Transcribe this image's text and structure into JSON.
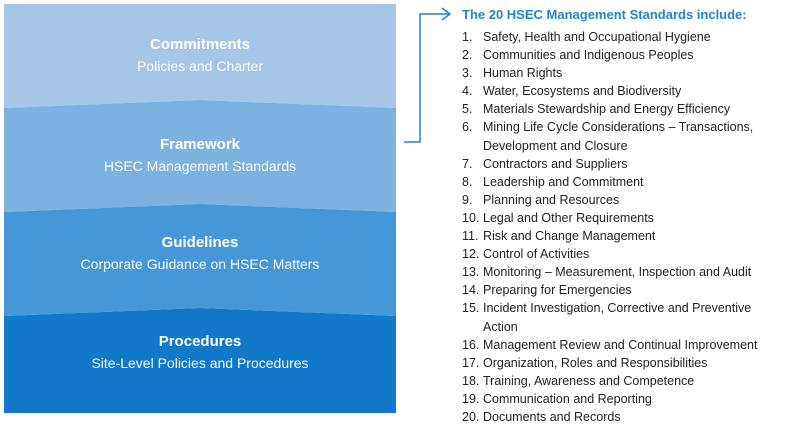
{
  "colors": {
    "layer_fills": [
      "#a5c6e7",
      "#7db1e0",
      "#4697d7",
      "#1279c8"
    ],
    "connector": "#1f86c8",
    "heading": "#1f86c8",
    "text": "#222222"
  },
  "layers": [
    {
      "title": "Commitments",
      "subtitle": "Policies and Charter"
    },
    {
      "title": "Framework",
      "subtitle": "HSEC Management Standards"
    },
    {
      "title": "Guidelines",
      "subtitle": "Corporate Guidance on HSEC Matters"
    },
    {
      "title": "Procedures",
      "subtitle": "Site-Level Policies and Procedures"
    }
  ],
  "standards": {
    "heading": "The 20 HSEC Management Standards include:",
    "items": [
      {
        "num": "1.",
        "text": "Safety, Health and Occupational Hygiene"
      },
      {
        "num": "2.",
        "text": "Communities and Indigenous Peoples"
      },
      {
        "num": "3.",
        "text": "Human Rights"
      },
      {
        "num": "4.",
        "text": "Water, Ecosystems and Biodiversity"
      },
      {
        "num": "5.",
        "text": "Materials Stewardship and Energy Efficiency"
      },
      {
        "num": "6.",
        "text": "Mining Life Cycle Considerations – Transactions, Development and Closure"
      },
      {
        "num": "7.",
        "text": "Contractors and Suppliers"
      },
      {
        "num": "8.",
        "text": "Leadership and Commitment"
      },
      {
        "num": "9.",
        "text": "Planning and Resources"
      },
      {
        "num": "10.",
        "text": "Legal and Other Requirements"
      },
      {
        "num": "11.",
        "text": "Risk and Change Management"
      },
      {
        "num": "12.",
        "text": "Control of Activities"
      },
      {
        "num": "13.",
        "text": "Monitoring – Measurement, Inspection and Audit"
      },
      {
        "num": "14.",
        "text": "Preparing for Emergencies"
      },
      {
        "num": "15.",
        "text": "Incident Investigation, Corrective and Preventive Action"
      },
      {
        "num": "16.",
        "text": "Management Review and Continual Improvement"
      },
      {
        "num": "17.",
        "text": "Organization, Roles and Responsibilities"
      },
      {
        "num": "18.",
        "text": "Training, Awareness and Competence"
      },
      {
        "num": "19.",
        "text": "Communication and Reporting"
      },
      {
        "num": "20.",
        "text": "Documents and Records"
      }
    ]
  }
}
